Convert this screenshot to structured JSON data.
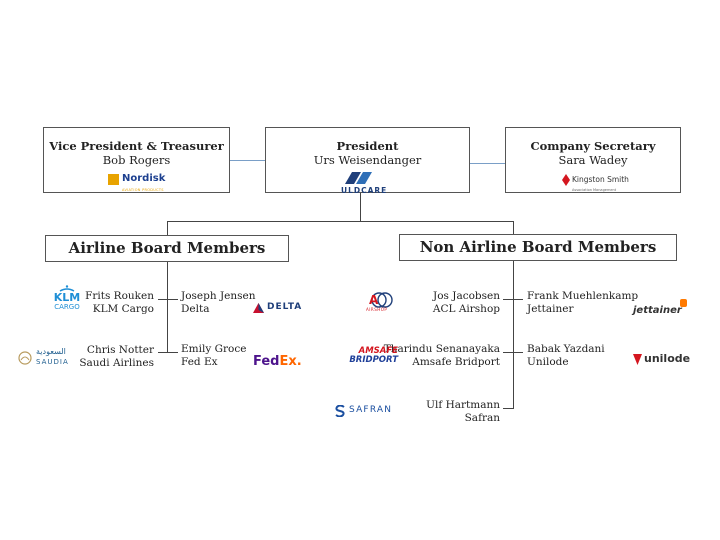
{
  "officers": [
    {
      "role": "Vice President & Treasurer",
      "name": "Bob Rogers",
      "logo_text": "Nordisk",
      "logo_sub": "AVIATION PRODUCTS"
    },
    {
      "role": "President",
      "name": "Urs Weisendanger",
      "logo_text": "ULDCARE"
    },
    {
      "role": "Company Secretary",
      "name": "Sara Wadey",
      "logo_text": "Kingston Smith",
      "logo_sub": "Association Management"
    }
  ],
  "groups": {
    "airline": "Airline Board Members",
    "non_airline": "Non Airline Board Members"
  },
  "members": {
    "frits": {
      "name": "Frits Rouken",
      "org": "KLM Cargo",
      "logo": "KLM",
      "logo_sub": "CARGO"
    },
    "joseph": {
      "name": "Joseph Jensen",
      "org": "Delta",
      "logo": "DELTA"
    },
    "chris": {
      "name": "Chris Notter",
      "org": "Saudi Airlines",
      "logo": "SAUDIA"
    },
    "emily": {
      "name": "Emily Groce",
      "org": "Fed Ex",
      "logo_a": "Fed",
      "logo_b": "Ex."
    },
    "jos": {
      "name": "Jos Jacobsen",
      "org": "ACL Airshop",
      "logo": "AIRSHOP"
    },
    "frank": {
      "name": "Frank Muehlenkamp",
      "org": "Jettainer",
      "logo": "jettainer"
    },
    "tharindu": {
      "name": "Tharindu Senanayaka",
      "org": "Amsafe Bridport",
      "logo_a": "AMSAFE",
      "logo_b": "BRIDPORT"
    },
    "babak": {
      "name": "Babak Yazdani",
      "org": "Unilode",
      "logo": "unilode"
    },
    "ulf": {
      "name": "Ulf Hartmann",
      "org": "Safran",
      "logo": "SAFRAN"
    }
  },
  "colors": {
    "connector_blue": "#7a9fc7",
    "klm_blue": "#1f8fd6",
    "delta_red": "#c8102e",
    "fedex_purple": "#4d148c",
    "fedex_orange": "#ff6600",
    "amsafe_blue": "#1f3f99",
    "unilode_red": "#d4161f",
    "safran_blue": "#1b4fa0"
  }
}
